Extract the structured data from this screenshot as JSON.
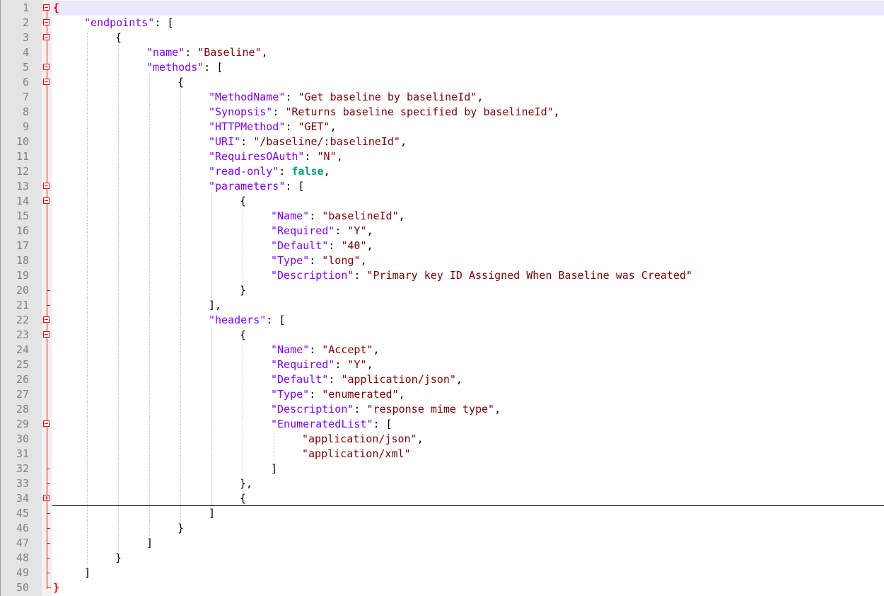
{
  "editor": {
    "lines": [
      {
        "n": "1",
        "indent": 0,
        "tokens": [
          {
            "t": "{",
            "c": "brace-red"
          }
        ],
        "fold": "open",
        "current": true
      },
      {
        "n": "2",
        "indent": 1,
        "tokens": [
          {
            "t": "\"endpoints\"",
            "c": "key"
          },
          {
            "t": ": ["
          }
        ],
        "fold": "open"
      },
      {
        "n": "3",
        "indent": 2,
        "tokens": [
          {
            "t": "{"
          }
        ],
        "fold": "open"
      },
      {
        "n": "4",
        "indent": 3,
        "tokens": [
          {
            "t": "\"name\"",
            "c": "key"
          },
          {
            "t": ": "
          },
          {
            "t": "\"Baseline\"",
            "c": "str"
          },
          {
            "t": ","
          }
        ]
      },
      {
        "n": "5",
        "indent": 3,
        "tokens": [
          {
            "t": "\"methods\"",
            "c": "key"
          },
          {
            "t": ": ["
          }
        ],
        "fold": "open"
      },
      {
        "n": "6",
        "indent": 4,
        "tokens": [
          {
            "t": "{"
          }
        ],
        "fold": "open"
      },
      {
        "n": "7",
        "indent": 5,
        "tokens": [
          {
            "t": "\"MethodName\"",
            "c": "key"
          },
          {
            "t": ": "
          },
          {
            "t": "\"Get baseline by baselineId\"",
            "c": "str"
          },
          {
            "t": ","
          }
        ]
      },
      {
        "n": "8",
        "indent": 5,
        "tokens": [
          {
            "t": "\"Synopsis\"",
            "c": "key"
          },
          {
            "t": ": "
          },
          {
            "t": "\"Returns baseline specified by baselineId\"",
            "c": "str"
          },
          {
            "t": ","
          }
        ]
      },
      {
        "n": "9",
        "indent": 5,
        "tokens": [
          {
            "t": "\"HTTPMethod\"",
            "c": "key"
          },
          {
            "t": ": "
          },
          {
            "t": "\"GET\"",
            "c": "str"
          },
          {
            "t": ","
          }
        ]
      },
      {
        "n": "10",
        "indent": 5,
        "tokens": [
          {
            "t": "\"URI\"",
            "c": "key"
          },
          {
            "t": ": "
          },
          {
            "t": "\"/baseline/:baselineId\"",
            "c": "str"
          },
          {
            "t": ","
          }
        ]
      },
      {
        "n": "11",
        "indent": 5,
        "tokens": [
          {
            "t": "\"RequiresOAuth\"",
            "c": "key"
          },
          {
            "t": ": "
          },
          {
            "t": "\"N\"",
            "c": "str"
          },
          {
            "t": ","
          }
        ]
      },
      {
        "n": "12",
        "indent": 5,
        "tokens": [
          {
            "t": "\"read-only\"",
            "c": "key"
          },
          {
            "t": ": "
          },
          {
            "t": "false",
            "c": "kw"
          },
          {
            "t": ","
          }
        ]
      },
      {
        "n": "13",
        "indent": 5,
        "tokens": [
          {
            "t": "\"parameters\"",
            "c": "key"
          },
          {
            "t": ": ["
          }
        ],
        "fold": "open"
      },
      {
        "n": "14",
        "indent": 6,
        "tokens": [
          {
            "t": "{"
          }
        ],
        "fold": "open"
      },
      {
        "n": "15",
        "indent": 7,
        "tokens": [
          {
            "t": "\"Name\"",
            "c": "key"
          },
          {
            "t": ": "
          },
          {
            "t": "\"baselineId\"",
            "c": "str"
          },
          {
            "t": ","
          }
        ]
      },
      {
        "n": "16",
        "indent": 7,
        "tokens": [
          {
            "t": "\"Required\"",
            "c": "key"
          },
          {
            "t": ": "
          },
          {
            "t": "\"Y\"",
            "c": "str"
          },
          {
            "t": ","
          }
        ]
      },
      {
        "n": "17",
        "indent": 7,
        "tokens": [
          {
            "t": "\"Default\"",
            "c": "key"
          },
          {
            "t": ": "
          },
          {
            "t": "\"40\"",
            "c": "str"
          },
          {
            "t": ","
          }
        ]
      },
      {
        "n": "18",
        "indent": 7,
        "tokens": [
          {
            "t": "\"Type\"",
            "c": "key"
          },
          {
            "t": ": "
          },
          {
            "t": "\"long\"",
            "c": "str"
          },
          {
            "t": ","
          }
        ]
      },
      {
        "n": "19",
        "indent": 7,
        "tokens": [
          {
            "t": "\"Description\"",
            "c": "key"
          },
          {
            "t": ": "
          },
          {
            "t": "\"Primary key ID Assigned When Baseline was Created\"",
            "c": "str"
          }
        ]
      },
      {
        "n": "20",
        "indent": 6,
        "tokens": [
          {
            "t": "}"
          }
        ],
        "fold": "end"
      },
      {
        "n": "21",
        "indent": 5,
        "tokens": [
          {
            "t": "],"
          }
        ],
        "fold": "end"
      },
      {
        "n": "22",
        "indent": 5,
        "tokens": [
          {
            "t": "\"headers\"",
            "c": "key"
          },
          {
            "t": ": ["
          }
        ],
        "fold": "open"
      },
      {
        "n": "23",
        "indent": 6,
        "tokens": [
          {
            "t": "{"
          }
        ],
        "fold": "open"
      },
      {
        "n": "24",
        "indent": 7,
        "tokens": [
          {
            "t": "\"Name\"",
            "c": "key"
          },
          {
            "t": ": "
          },
          {
            "t": "\"Accept\"",
            "c": "str"
          },
          {
            "t": ","
          }
        ]
      },
      {
        "n": "25",
        "indent": 7,
        "tokens": [
          {
            "t": "\"Required\"",
            "c": "key"
          },
          {
            "t": ": "
          },
          {
            "t": "\"Y\"",
            "c": "str"
          },
          {
            "t": ","
          }
        ]
      },
      {
        "n": "26",
        "indent": 7,
        "tokens": [
          {
            "t": "\"Default\"",
            "c": "key"
          },
          {
            "t": ": "
          },
          {
            "t": "\"application/json\"",
            "c": "str"
          },
          {
            "t": ","
          }
        ]
      },
      {
        "n": "27",
        "indent": 7,
        "tokens": [
          {
            "t": "\"Type\"",
            "c": "key"
          },
          {
            "t": ": "
          },
          {
            "t": "\"enumerated\"",
            "c": "str"
          },
          {
            "t": ","
          }
        ]
      },
      {
        "n": "28",
        "indent": 7,
        "tokens": [
          {
            "t": "\"Description\"",
            "c": "key"
          },
          {
            "t": ": "
          },
          {
            "t": "\"response mime type\"",
            "c": "str"
          },
          {
            "t": ","
          }
        ]
      },
      {
        "n": "29",
        "indent": 7,
        "tokens": [
          {
            "t": "\"EnumeratedList\"",
            "c": "key"
          },
          {
            "t": ": ["
          }
        ],
        "fold": "open"
      },
      {
        "n": "30",
        "indent": 8,
        "tokens": [
          {
            "t": "\"application/json\"",
            "c": "str"
          },
          {
            "t": ","
          }
        ]
      },
      {
        "n": "31",
        "indent": 8,
        "tokens": [
          {
            "t": "\"application/xml\"",
            "c": "str"
          }
        ]
      },
      {
        "n": "32",
        "indent": 7,
        "tokens": [
          {
            "t": "]"
          }
        ],
        "fold": "end"
      },
      {
        "n": "33",
        "indent": 6,
        "tokens": [
          {
            "t": "},"
          }
        ],
        "fold": "end"
      },
      {
        "n": "34",
        "indent": 6,
        "tokens": [
          {
            "t": "{"
          }
        ],
        "fold": "collapsed"
      },
      {
        "n": "45",
        "indent": 5,
        "tokens": [
          {
            "t": "]"
          }
        ],
        "fold": "end"
      },
      {
        "n": "46",
        "indent": 4,
        "tokens": [
          {
            "t": "}"
          }
        ],
        "fold": "end"
      },
      {
        "n": "47",
        "indent": 3,
        "tokens": [
          {
            "t": "]"
          }
        ],
        "fold": "end"
      },
      {
        "n": "48",
        "indent": 2,
        "tokens": [
          {
            "t": "}"
          }
        ],
        "fold": "end"
      },
      {
        "n": "49",
        "indent": 1,
        "tokens": [
          {
            "t": "]"
          }
        ],
        "fold": "end"
      },
      {
        "n": "50",
        "indent": 0,
        "tokens": [
          {
            "t": "}",
            "c": "brace-red"
          }
        ],
        "fold": "end-last"
      }
    ]
  },
  "colors": {
    "key": "#8000ff",
    "string": "#800000",
    "keyword": "#00a080",
    "fold_marker": "#ff0000",
    "current_line": "#e8e8ff",
    "gutter": "#e4e4e4",
    "line_number": "#808080"
  }
}
